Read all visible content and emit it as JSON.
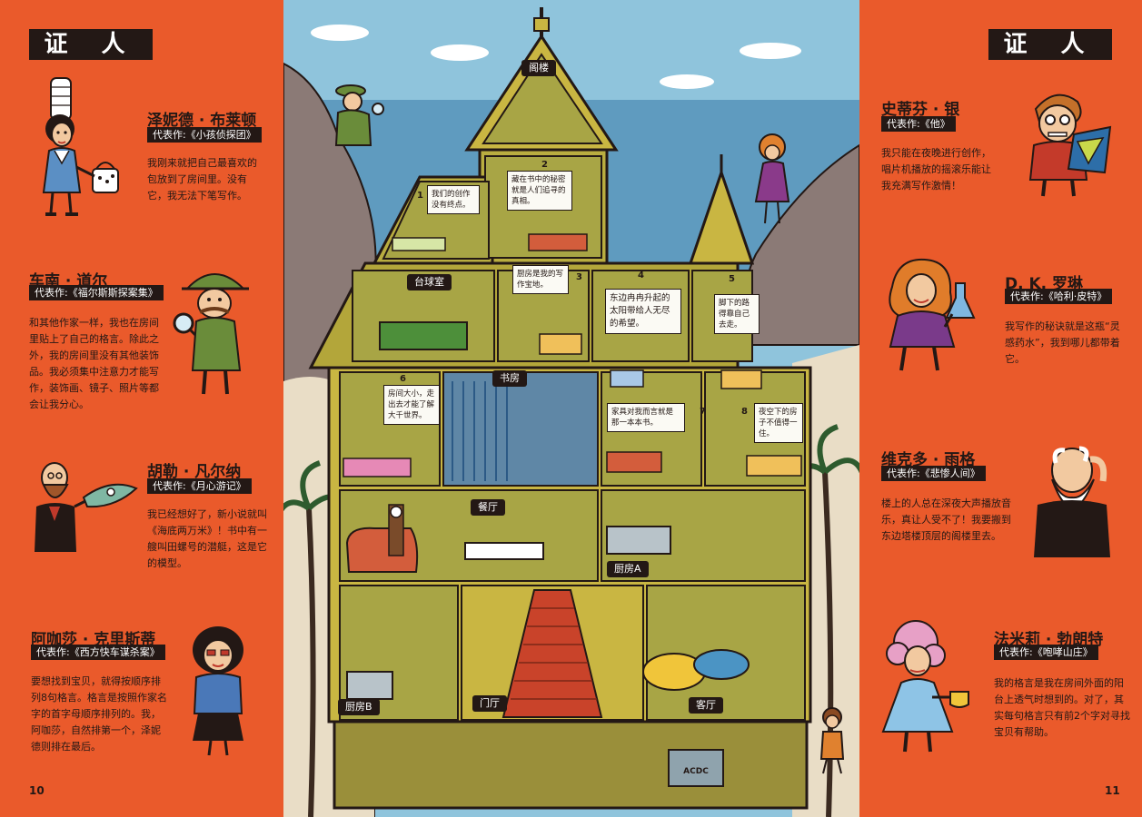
{
  "left": {
    "title": "证 人",
    "page_number": "10",
    "witnesses": [
      {
        "name": "泽妮德 · 布莱顿",
        "work": "代表作:《小孩侦探团》",
        "quote": "我刚来就把自己最喜欢的包放到了房间里。没有它，我无法下笔写作。"
      },
      {
        "name": "车南 · 道尔",
        "work": "代表作:《福尔斯斯探案集》",
        "quote": "和其他作家一样，我也在房间里贴上了自己的格言。除此之外，我的房间里没有其他装饰品。我必须集中注意力才能写作，装饰画、镜子、照片等都会让我分心。"
      },
      {
        "name": "胡勒 · 凡尔纳",
        "work": "代表作:《月心游记》",
        "quote": "我已经想好了，新小说就叫《海底两万米》！书中有一艘叫田螺号的潜艇，这是它的模型。"
      },
      {
        "name": "阿咖莎 · 克里斯蒂",
        "work": "代表作:《西方快车谋杀案》",
        "quote": "要想找到宝贝，就得按顺序排列8句格言。格言是按照作家名字的首字母顺序排列的。我，阿咖莎，自然排第一个，泽妮德则排在最后。"
      }
    ]
  },
  "right": {
    "title": "证 人",
    "page_number": "11",
    "witnesses": [
      {
        "name": "史蒂芬 · 银",
        "work": "代表作:《他》",
        "quote": "我只能在夜晚进行创作，唱片机播放的摇滚乐能让我充满写作激情！"
      },
      {
        "name": "D. K. 罗琳",
        "work": "代表作:《哈利·皮特》",
        "quote": "我写作的秘诀就是这瓶“灵感药水”，我到哪儿都带着它。"
      },
      {
        "name": "维克多 · 雨格",
        "work": "代表作:《悲惨人间》",
        "quote": "楼上的人总在深夜大声播放音乐，真让人受不了！我要搬到东边塔楼顶层的阁楼里去。"
      },
      {
        "name": "法米莉 · 勃朗特",
        "work": "代表作:《咆哮山庄》",
        "quote": "我的格言是我在房间外面的阳台上透气时想到的。对了，其实每句格言只有前2个字对寻找宝贝有帮助。"
      }
    ]
  },
  "house": {
    "rooms": {
      "attic": "阁楼",
      "billiard": "台球室",
      "study": "书房",
      "dining": "餐厅",
      "kitchen_a": "厨房A",
      "kitchen_b": "厨房B",
      "hall": "门厅",
      "living": "客厅"
    },
    "notes": {
      "n1": "我们的创作没有终点。",
      "n2": "藏在书中的秘密就是人们追寻的真相。",
      "n3": "厨房是我的写作宝地。",
      "n4": "东边冉冉升起的太阳带给人无尽的希望。",
      "n5": "脚下的路得靠自己去走。",
      "n6": "房间大小，走出去才能了解大千世界。",
      "n7": "家具对我而言就是那一本本书。",
      "n8": "夜空下的房子不值得一住。"
    },
    "numbers": [
      "1",
      "2",
      "3",
      "4",
      "5",
      "6",
      "7",
      "8"
    ],
    "ship_label": "ACDC"
  },
  "colors": {
    "orange": "#ea5a2b",
    "ink": "#231815",
    "sky": "#8fc4dc",
    "sea": "#5f9bbf",
    "olive": "#a8a545",
    "wall": "#c9b642",
    "roof": "#b3a63a",
    "carpet": "#c9432a"
  }
}
